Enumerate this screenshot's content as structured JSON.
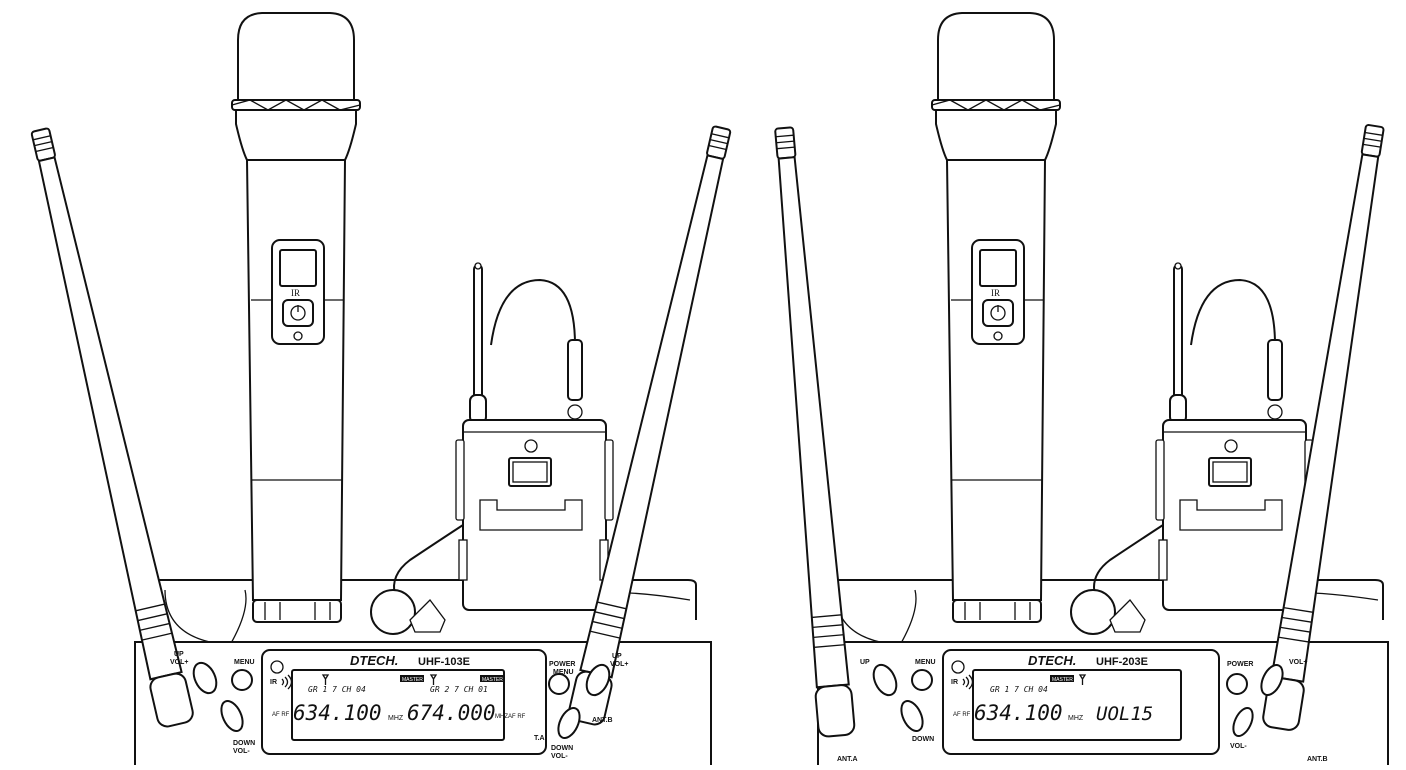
{
  "left_unit": {
    "brand": "DTECH.",
    "model": "UHF-103E",
    "button_up": "UP",
    "button_vol_plus": "VOL+",
    "button_menu": "MENU",
    "button_down": "DOWN",
    "button_vol_minus": "VOL-",
    "button_power": "POWER",
    "button_power_menu": "MENU",
    "button_down_b": "DOWN",
    "button_vol_minus_b": "VOL-",
    "button_up_b": "UP",
    "button_vol_plus_b": "VOL+",
    "ir_label": "IR",
    "ant_label": "ANT.B",
    "ant_label_a": "T.A",
    "lcd": {
      "ch1_info": "GR 1  7  CH  04",
      "ch2_info": "GR 2  7  CH  01",
      "master1": "MASTER",
      "master2": "MASTER",
      "af_rf_1": "AF  RF",
      "freq1": "634.100",
      "mhz1": "MHZ",
      "freq2": "674.000",
      "mhz2": "MHZ",
      "af_rf_2": "AF  RF"
    }
  },
  "right_unit": {
    "brand": "DTECH.",
    "model": "UHF-203E",
    "button_up": "UP",
    "button_menu": "MENU",
    "button_down": "DOWN",
    "button_power": "POWER",
    "button_vol_plus": "VOL+",
    "button_vol_minus": "VOL-",
    "ir_label": "IR",
    "ant_a": "ANT.A",
    "ant_b": "ANT.B",
    "lcd": {
      "ch_info": "GR 1  7  CH  04",
      "master": "MASTER",
      "af_rf": "AF  RF",
      "freq": "634.100",
      "mhz": "MHZ",
      "vol": "UOL15"
    }
  },
  "mic": {
    "ir_label": "IR"
  },
  "icons": [
    "power-icon",
    "antenna-icon",
    "ir-signal-icon"
  ]
}
